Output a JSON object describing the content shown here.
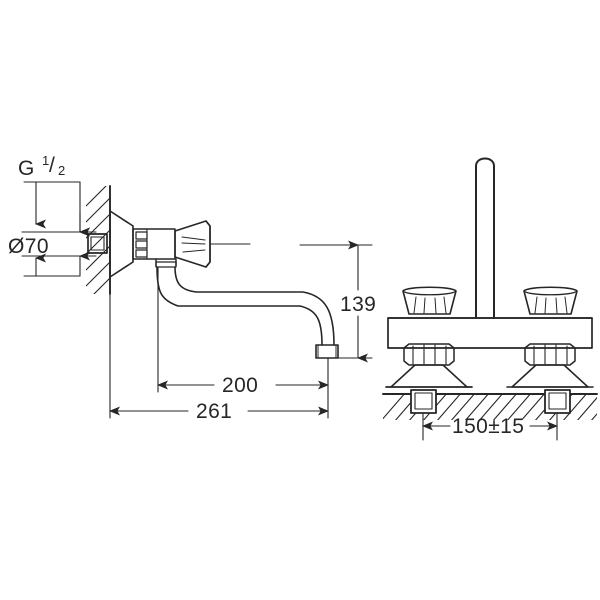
{
  "drawing": {
    "type": "technical-dimension-drawing",
    "subject": "Wall-mounted two-handle mixer tap with swivel spout",
    "background_color": "#ffffff",
    "line_color": "#262626",
    "views": [
      {
        "id": "side-view",
        "name": "Side elevation with swivel spout",
        "position": "left"
      },
      {
        "id": "front-view",
        "name": "Front elevation with two handles",
        "position": "right"
      }
    ],
    "dimensions": {
      "thread": {
        "label": "G",
        "fraction_numerator": "1",
        "fraction_denominator": "2",
        "full": "G 1/2"
      },
      "diameter": {
        "symbol": "Ø",
        "value": "70",
        "full": "Ø70"
      },
      "height": {
        "value": "139"
      },
      "reach": {
        "value": "200"
      },
      "total_reach": {
        "value": "261"
      },
      "centers": {
        "value": "150±15"
      }
    }
  }
}
